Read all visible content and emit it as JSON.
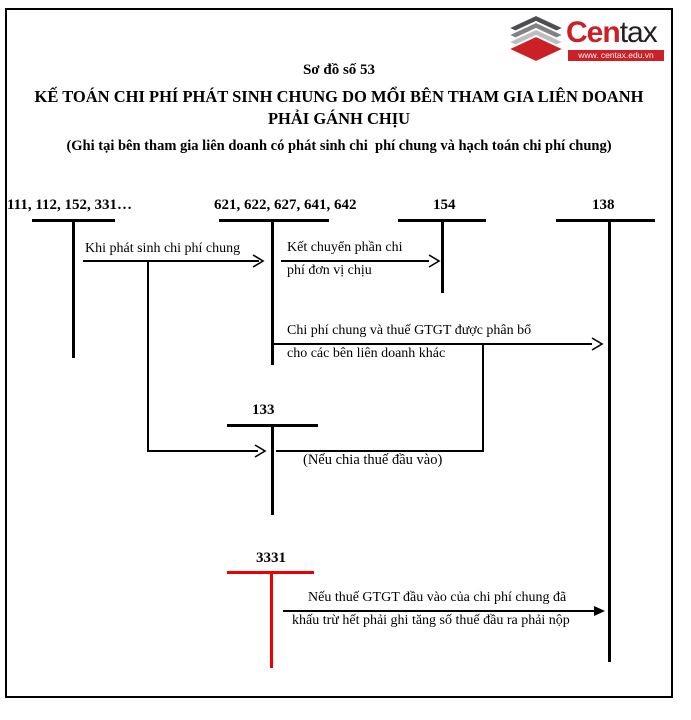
{
  "header": {
    "diagram_no": "Sơ đồ số 53",
    "title": "KẾ TOÁN CHI PHÍ PHÁT SINH CHUNG DO MỔI BÊN THAM GIA LIÊN DOANH PHẢI GÁNH CHỊU",
    "subtitle": "(Ghi tại bên tham gia liên doanh có phát sinh chi  phí chung và hạch toán chi phí chung)"
  },
  "logo": {
    "brand_part1": "Cen",
    "brand_part2": "tax",
    "url": "www. centax.edu.vn",
    "colors": {
      "red": "#cc2027",
      "dark": "#231f20",
      "gray_layers": [
        "#4d4d4f",
        "#808285",
        "#bcbec0"
      ]
    }
  },
  "accounts": [
    {
      "id": "111",
      "label": "111, 112, 152, 331…",
      "color": "#000000"
    },
    {
      "id": "621",
      "label": "621, 622, 627, 641, 642",
      "color": "#000000"
    },
    {
      "id": "154",
      "label": "154",
      "color": "#000000"
    },
    {
      "id": "138",
      "label": "138",
      "color": "#000000"
    },
    {
      "id": "133",
      "label": "133",
      "color": "#000000"
    },
    {
      "id": "3331",
      "label": "3331",
      "color": "#ee0000"
    }
  ],
  "flows": [
    {
      "from": "111",
      "to": "621",
      "label_lines": [
        "Khi phát sinh chi phí chung"
      ]
    },
    {
      "from": "621",
      "to": "154",
      "label_lines": [
        "Kết chuyển phần chi",
        "phí đơn vị chịu"
      ]
    },
    {
      "from": "621",
      "to": "138",
      "label_lines": [
        "Chi phí chung và thuế GTGT được phân bổ",
        "cho các bên liên doanh khác"
      ]
    },
    {
      "from": "111",
      "to": "133",
      "label_lines": [
        "(Nếu chia thuế đầu vào)"
      ]
    },
    {
      "from": "3331",
      "to": "138",
      "label_lines": [
        "Nếu thuế GTGT đầu vào của chi phí chung đã",
        "khấu trừ hết phải ghi tăng số thuế đầu ra phải nộp"
      ]
    }
  ],
  "colors": {
    "line": "#000000",
    "account_3331_line": "#ee0000",
    "background": "#ffffff"
  }
}
